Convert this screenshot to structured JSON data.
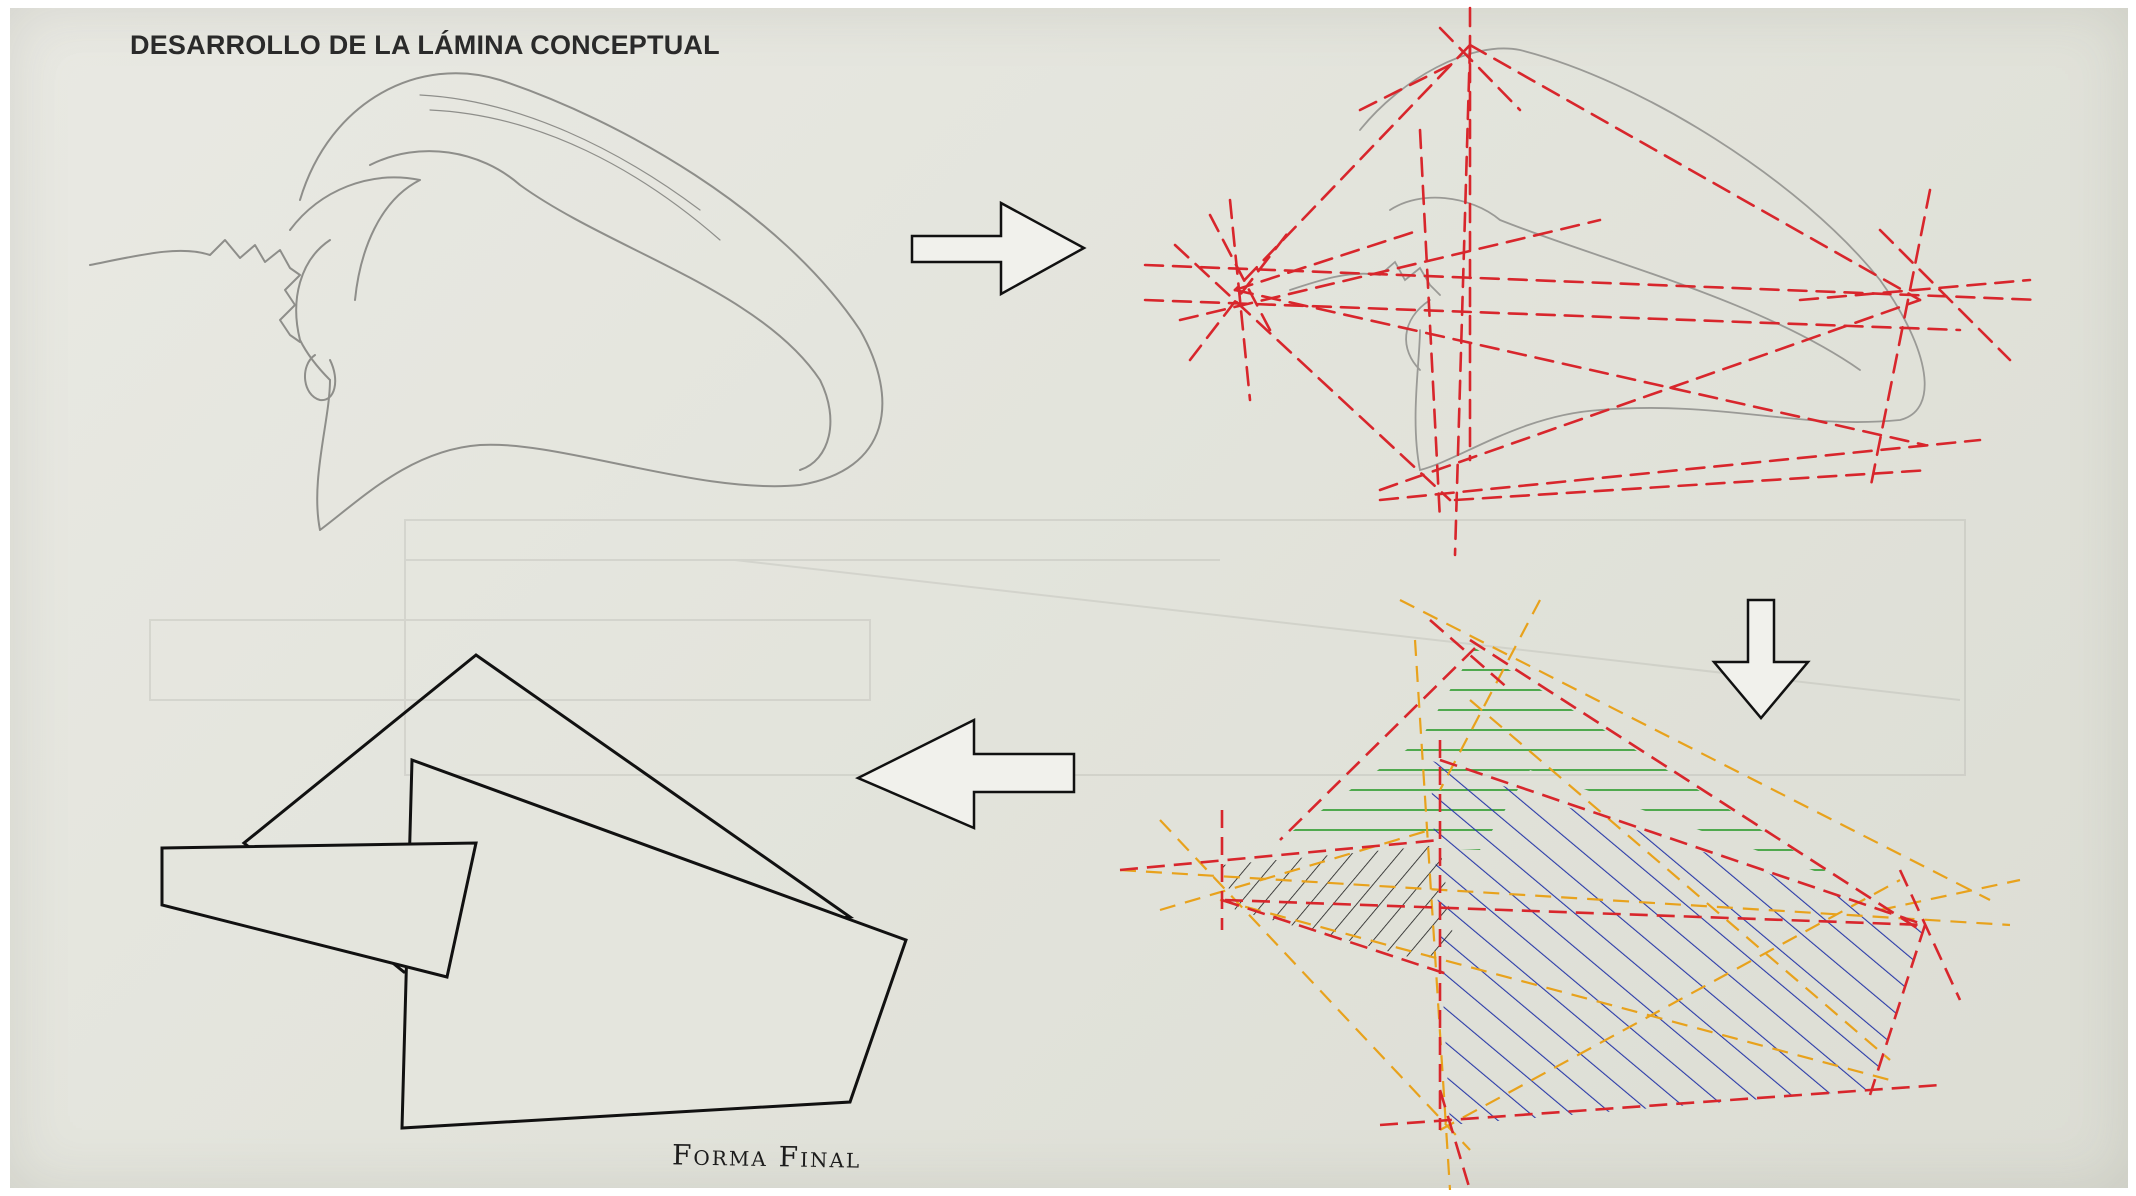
{
  "sheet": {
    "title": "DESARROLLO DE LA LÁMINA CONCEPTUAL",
    "caption": "Forma Final"
  },
  "colors": {
    "paper": "#e4e5dd",
    "pencil": "#9a9a9a",
    "ink": "#111111",
    "construction_red": "#d8262c",
    "construction_orange": "#e8a21c",
    "hatch_green": "#3aa13a",
    "hatch_blue": "#2a3aa8",
    "hatch_black": "#1a1a1a"
  },
  "panels": [
    {
      "id": "sketch",
      "description_icon": "pencil-sketch"
    },
    {
      "id": "construction-lines",
      "description_icon": "red-dashed-lines"
    },
    {
      "id": "hatched-planes",
      "description_icon": "colored-hatching"
    },
    {
      "id": "final-form",
      "description_icon": "ink-outline"
    }
  ],
  "arrows": [
    {
      "id": "arrow-right",
      "direction": "right"
    },
    {
      "id": "arrow-down",
      "direction": "down"
    },
    {
      "id": "arrow-left",
      "direction": "left"
    }
  ]
}
